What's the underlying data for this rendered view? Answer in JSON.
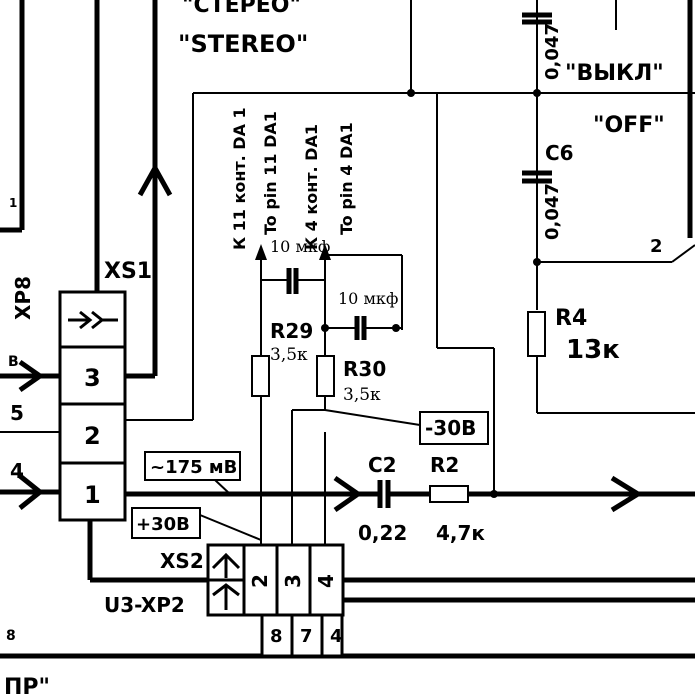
{
  "labels": {
    "stereo_ru": "\"СТЕРЕО\"",
    "stereo_en": "\"STEREO\"",
    "off_ru": "\"ВЫКЛ\"",
    "off_en": "\"OFF\"",
    "xp8": "XP8",
    "xs1": "XS1",
    "xs2": "XS2",
    "u3_xp2": "U3-XP2",
    "to_pin11_ru": "К 11 конт. DA 1",
    "to_pin11_en": "To pin 11 DA1",
    "to_pin4_ru": "К 4 конт. DA1",
    "to_pin4_en": "To pin 4 DA1",
    "voltage_175": "~175 мВ",
    "voltage_plus": "+30В",
    "voltage_minus": "-30В",
    "bottom_text": "ПР\"",
    "node_2": "2"
  },
  "components": {
    "c6": {
      "ref": "C6",
      "value": "0,047"
    },
    "c_top": {
      "value": "0,047"
    },
    "c2": {
      "ref": "C2",
      "value": "0,22"
    },
    "r2": {
      "ref": "R2",
      "value": "4,7к"
    },
    "r4": {
      "ref": "R4",
      "value": "13к"
    },
    "r29": {
      "ref": "R29",
      "value": "3,5к"
    },
    "r30": {
      "ref": "R30",
      "value": "3,5к"
    },
    "c_r29": {
      "value": "10 мкф"
    },
    "c_r30": {
      "value": "10 мкф"
    }
  },
  "xs1_pins": [
    "3",
    "2",
    "1"
  ],
  "xs2_pins": [
    "2",
    "3",
    "4"
  ],
  "xs2_lower_pins": [
    "8",
    "7",
    "4"
  ],
  "left_pins": {
    "p1": "1",
    "pB": "В",
    "p5": "5",
    "p4": "4",
    "p8": "8"
  }
}
